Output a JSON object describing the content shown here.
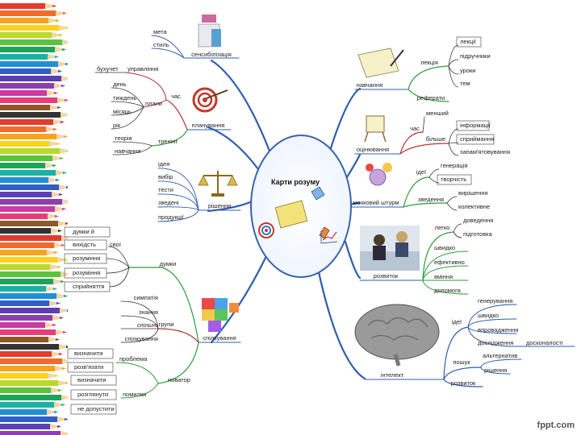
{
  "center": {
    "title": "Карти розуму"
  },
  "branches": [
    {
      "label": "сенсибілізація",
      "children": [
        {
          "label": "мета"
        },
        {
          "label": "стиль"
        }
      ]
    },
    {
      "label": "планування",
      "children": [
        {
          "label": "час",
          "children": [
            {
              "label": "управління",
              "children": [
                {
                  "label": "бухучет"
                }
              ]
            },
            {
              "label": "плани",
              "children": [
                {
                  "label": "день"
                },
                {
                  "label": "тиждень"
                },
                {
                  "label": "місяць"
                },
                {
                  "label": "рік"
                }
              ]
            }
          ]
        },
        {
          "label": "тренінг",
          "children": [
            {
              "label": "теорія"
            },
            {
              "label": "навчання"
            }
          ]
        }
      ]
    },
    {
      "label": "рішення",
      "children": [
        {
          "label": "ідея"
        },
        {
          "label": "вибір"
        },
        {
          "label": "тести"
        },
        {
          "label": "зведені"
        },
        {
          "label": "продукції"
        }
      ]
    },
    {
      "label": "спілкування",
      "children": [
        {
          "label": "думки",
          "children": [
            {
              "label": "свої",
              "children": [
                {
                  "label": "думки й"
                },
                {
                  "label": "вихідсть"
                }
              ]
            },
            {
              "label": "розуміння"
            },
            {
              "label": "розуміння"
            },
            {
              "label": "сприйняття"
            }
          ]
        },
        {
          "label": "групи",
          "children": [
            {
              "label": "симпатія"
            },
            {
              "label": "знання"
            },
            {
              "label": "спільно"
            },
            {
              "label": "спілкування"
            }
          ]
        },
        {
          "label": "новатор",
          "children": [
            {
              "label": "проблема",
              "children": [
                {
                  "label": "визначити"
                },
                {
                  "label": "розв'язати"
                }
              ]
            },
            {
              "label": "помилки",
              "children": [
                {
                  "label": "визначити"
                },
                {
                  "label": "розглянути"
                },
                {
                  "label": "не допустити"
                }
              ]
            }
          ]
        }
      ]
    },
    {
      "label": "навчання",
      "children": [
        {
          "label": "лекція"
        },
        {
          "label": "реферати",
          "children": [
            {
              "label": "лекції"
            },
            {
              "label": "підручники"
            },
            {
              "label": "уроки"
            },
            {
              "label": "тем"
            }
          ]
        }
      ]
    },
    {
      "label": "оцінювання",
      "children": [
        {
          "label": "час",
          "children": [
            {
              "label": "менший"
            }
          ]
        },
        {
          "label": "більше",
          "children": [
            {
              "label": "інформації"
            },
            {
              "label": "сприймання"
            },
            {
              "label": "запам'ятовування"
            }
          ]
        }
      ]
    },
    {
      "label": "мозковий штурм",
      "children": [
        {
          "label": "ідеї",
          "children": [
            {
              "label": "генерація"
            },
            {
              "label": "творчість"
            }
          ]
        },
        {
          "label": "зведення",
          "children": [
            {
              "label": "вирішення"
            },
            {
              "label": "колективне"
            }
          ]
        }
      ]
    },
    {
      "label": "розвиток",
      "children": [
        {
          "label": "легко",
          "children": [
            {
              "label": "доведення"
            },
            {
              "label": "підготовка"
            }
          ]
        },
        {
          "label": "швидко"
        },
        {
          "label": "ефективно"
        },
        {
          "label": "вміння"
        },
        {
          "label": "допомога"
        }
      ]
    },
    {
      "label": "інтелект",
      "children": [
        {
          "label": "ідеї",
          "children": [
            {
              "label": "генерування"
            },
            {
              "label": "швидко"
            },
            {
              "label": "впровадження"
            },
            {
              "label": "дослідження",
              "children": [
                {
                  "label": "досконалості"
                }
              ]
            }
          ]
        },
        {
          "label": "пошук",
          "children": [
            {
              "label": "альтернатив"
            },
            {
              "label": "рішення"
            }
          ]
        },
        {
          "label": "розвиток"
        }
      ]
    }
  ],
  "footer": {
    "text": "fppt.com"
  }
}
